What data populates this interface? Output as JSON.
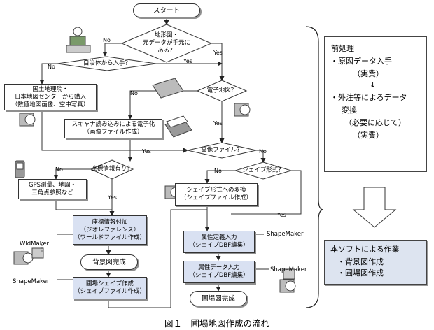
{
  "nodes": {
    "start": "スタート",
    "q_has_data": "地形図・\n元データが手元に\nある？",
    "q_municipality": "自治体から入手？",
    "gsi_purchase": "国土地理院・\n日本地図センターから購入\n（数値地図画像、空中写真）",
    "q_digital_map": "電子地図？",
    "scanner_digitize": "スキャナ読み込みによる電子化\n（画像ファイル作成）",
    "q_image_file": "画像ファイル？",
    "q_coord_info": "座標情報有り？",
    "q_shape_format": "シェイプ形式？",
    "gps_survey": "GPS測量、地図・\n三角点参照など",
    "shape_convert": "シェイプ形式への変換\n（シェイプファイル作成）",
    "coord_assign": "座標情報付加\n（ジオレファレンス）\n（ワールドファイル作成）",
    "attr_def": "属性定義入力\n（シェイプDBF編集）",
    "bg_complete": "背景図完成",
    "attr_data": "属性データ入力\n（シェイプDBF編集）",
    "field_shape": "圃場シェイプ作成\n（シェイプファイル作成）",
    "field_complete": "圃場図完成"
  },
  "edge_labels": {
    "yes": "Yes",
    "no": "No"
  },
  "tools": {
    "wldmaker": "WldMaker",
    "shapemaker": "ShapeMaker"
  },
  "preprocess_panel": {
    "title": "前処理",
    "line1": "・原図データ入手",
    "line2": "（実費）",
    "arrow": "↓",
    "line3": "・外注等によるデータ",
    "line4": "変換",
    "line5": "（必要に応じて）",
    "line6": "（実費）"
  },
  "software_panel": {
    "title": "本ソフトによる作業",
    "item1": "・背景図作成",
    "item2": "・圃場図作成"
  },
  "caption": "図１　圃場地図作成の流れ"
}
